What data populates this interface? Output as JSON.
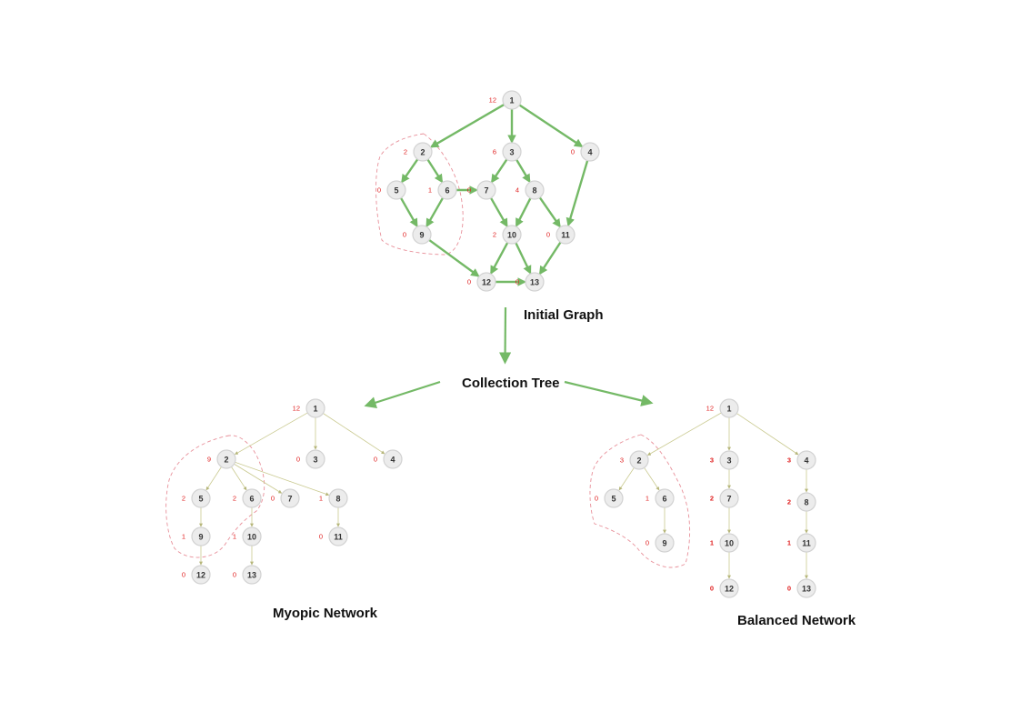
{
  "titles": {
    "initial": "Initial Graph",
    "collection": "Collection Tree",
    "myopic": "Myopic Network",
    "balanced": "Balanced Network"
  },
  "colors": {
    "graph_edge": "#74b966",
    "tree_edge": "#c9c98f",
    "weight": "#e02020",
    "cluster": "#e8909a",
    "node_fill": "#ececec"
  },
  "initial_graph": {
    "nodes": [
      {
        "id": "1",
        "weight": "12"
      },
      {
        "id": "2",
        "weight": "2"
      },
      {
        "id": "3",
        "weight": "6"
      },
      {
        "id": "4",
        "weight": "0"
      },
      {
        "id": "5",
        "weight": "0"
      },
      {
        "id": "6",
        "weight": "1"
      },
      {
        "id": "7",
        "weight": "0"
      },
      {
        "id": "8",
        "weight": "4"
      },
      {
        "id": "9",
        "weight": "0"
      },
      {
        "id": "10",
        "weight": "2"
      },
      {
        "id": "11",
        "weight": "0"
      },
      {
        "id": "12",
        "weight": "0"
      },
      {
        "id": "13",
        "weight": "0"
      }
    ],
    "edges": [
      [
        "1",
        "2"
      ],
      [
        "1",
        "3"
      ],
      [
        "1",
        "4"
      ],
      [
        "2",
        "5"
      ],
      [
        "2",
        "6"
      ],
      [
        "3",
        "7"
      ],
      [
        "3",
        "8"
      ],
      [
        "6",
        "7"
      ],
      [
        "5",
        "9"
      ],
      [
        "6",
        "9"
      ],
      [
        "7",
        "10"
      ],
      [
        "8",
        "10"
      ],
      [
        "8",
        "11"
      ],
      [
        "4",
        "11"
      ],
      [
        "9",
        "12"
      ],
      [
        "10",
        "12"
      ],
      [
        "10",
        "13"
      ],
      [
        "11",
        "13"
      ],
      [
        "12",
        "13"
      ]
    ]
  },
  "myopic_network": {
    "nodes": [
      {
        "id": "1",
        "weight": "12"
      },
      {
        "id": "2",
        "weight": "9"
      },
      {
        "id": "3",
        "weight": "0"
      },
      {
        "id": "4",
        "weight": "0"
      },
      {
        "id": "5",
        "weight": "2"
      },
      {
        "id": "6",
        "weight": "2"
      },
      {
        "id": "7",
        "weight": "0"
      },
      {
        "id": "8",
        "weight": "1"
      },
      {
        "id": "9",
        "weight": "1"
      },
      {
        "id": "10",
        "weight": "1"
      },
      {
        "id": "11",
        "weight": "0"
      },
      {
        "id": "12",
        "weight": "0"
      },
      {
        "id": "13",
        "weight": "0"
      }
    ],
    "edges": [
      [
        "1",
        "2"
      ],
      [
        "1",
        "3"
      ],
      [
        "1",
        "4"
      ],
      [
        "2",
        "5"
      ],
      [
        "2",
        "6"
      ],
      [
        "2",
        "7"
      ],
      [
        "2",
        "8"
      ],
      [
        "5",
        "9"
      ],
      [
        "6",
        "10"
      ],
      [
        "8",
        "11"
      ],
      [
        "9",
        "12"
      ],
      [
        "10",
        "13"
      ]
    ]
  },
  "balanced_network": {
    "nodes": [
      {
        "id": "1",
        "weight": "12",
        "bold": false
      },
      {
        "id": "2",
        "weight": "3",
        "bold": false
      },
      {
        "id": "3",
        "weight": "3",
        "bold": true
      },
      {
        "id": "4",
        "weight": "3",
        "bold": true
      },
      {
        "id": "5",
        "weight": "0",
        "bold": false
      },
      {
        "id": "6",
        "weight": "1",
        "bold": false
      },
      {
        "id": "7",
        "weight": "2",
        "bold": true
      },
      {
        "id": "8",
        "weight": "2",
        "bold": true
      },
      {
        "id": "9",
        "weight": "0",
        "bold": false
      },
      {
        "id": "10",
        "weight": "1",
        "bold": true
      },
      {
        "id": "11",
        "weight": "1",
        "bold": true
      },
      {
        "id": "12",
        "weight": "0",
        "bold": true
      },
      {
        "id": "13",
        "weight": "0",
        "bold": true
      }
    ],
    "edges": [
      [
        "1",
        "2"
      ],
      [
        "1",
        "3"
      ],
      [
        "1",
        "4"
      ],
      [
        "2",
        "5"
      ],
      [
        "2",
        "6"
      ],
      [
        "6",
        "9"
      ],
      [
        "3",
        "7"
      ],
      [
        "7",
        "10"
      ],
      [
        "10",
        "12"
      ],
      [
        "4",
        "8"
      ],
      [
        "8",
        "11"
      ],
      [
        "11",
        "13"
      ]
    ]
  }
}
